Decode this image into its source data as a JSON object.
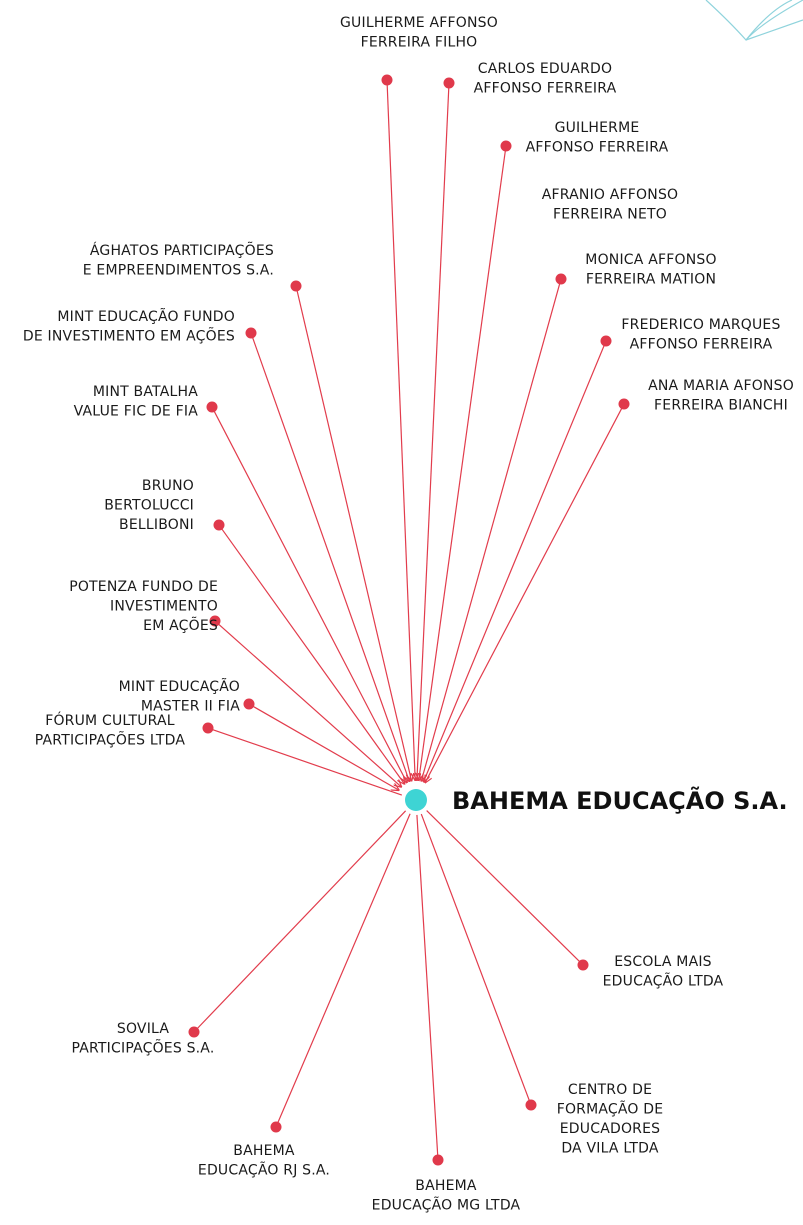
{
  "colors": {
    "node": "#e0394b",
    "edge": "#e23c4c",
    "center": "#3ed4d4",
    "text": "#1a1a1a",
    "decoration": "#8fd3dc"
  },
  "center": {
    "label": "BAHEMA EDUCAÇÃO S.A."
  },
  "shareholders": [
    {
      "id": "guilherme-affonso-ferreira-filho",
      "lines": [
        "GUILHERME AFFONSO",
        "FERREIRA FILHO"
      ]
    },
    {
      "id": "carlos-eduardo-affonso-ferreira",
      "lines": [
        "CARLOS EDUARDO",
        "AFFONSO FERREIRA"
      ]
    },
    {
      "id": "guilherme-affonso-ferreira",
      "lines": [
        "GUILHERME",
        "AFFONSO FERREIRA"
      ]
    },
    {
      "id": "afranio-affonso-ferreira-neto",
      "lines": [
        "AFRANIO AFFONSO",
        "FERREIRA NETO"
      ]
    },
    {
      "id": "monica-affonso-ferreira-mation",
      "lines": [
        "MONICA AFFONSO",
        "FERREIRA MATION"
      ]
    },
    {
      "id": "frederico-marques-affonso-ferreira",
      "lines": [
        "FREDERICO MARQUES",
        "AFFONSO FERREIRA"
      ]
    },
    {
      "id": "ana-maria-afonso-ferreira-bianchi",
      "lines": [
        "ANA MARIA AFONSO",
        "FERREIRA BIANCHI"
      ]
    },
    {
      "id": "aghatos-participacoes",
      "lines": [
        "ÁGHATOS PARTICIPAÇÕES",
        "E EMPREENDIMENTOS S.A."
      ]
    },
    {
      "id": "mint-educacao-fundo",
      "lines": [
        "MINT EDUCAÇÃO FUNDO",
        "DE INVESTIMENTO EM AÇÕES"
      ]
    },
    {
      "id": "mint-batalha",
      "lines": [
        "MINT BATALHA",
        "VALUE FIC DE FIA"
      ]
    },
    {
      "id": "bruno-bertolucci-belliboni",
      "lines": [
        "BRUNO",
        "BERTOLUCCI",
        "BELLIBONI"
      ]
    },
    {
      "id": "potenza-fundo",
      "lines": [
        "POTENZA FUNDO DE",
        "INVESTIMENTO",
        "EM AÇÕES"
      ]
    },
    {
      "id": "mint-educacao-master",
      "lines": [
        "MINT EDUCAÇÃO",
        "MASTER II FIA"
      ]
    }
  ],
  "subsidiaries": [
    {
      "id": "forum-cultural",
      "lines": [
        "FÓRUM CULTURAL",
        "PARTICIPAÇÕES LTDA"
      ]
    },
    {
      "id": "sovila",
      "lines": [
        "SOVILA",
        "PARTICIPAÇÕES S.A."
      ]
    },
    {
      "id": "bahema-rj",
      "lines": [
        "BAHEMA",
        "EDUCAÇÃO RJ S.A."
      ]
    },
    {
      "id": "bahema-mg",
      "lines": [
        "BAHEMA",
        "EDUCAÇÃO MG LTDA"
      ]
    },
    {
      "id": "centro-formacao",
      "lines": [
        "CENTRO DE",
        "FORMAÇÃO DE",
        "EDUCADORES",
        "DA VILA LTDA"
      ]
    },
    {
      "id": "escola-mais",
      "lines": [
        "ESCOLA MAIS",
        "EDUCAÇÃO LTDA"
      ]
    }
  ]
}
